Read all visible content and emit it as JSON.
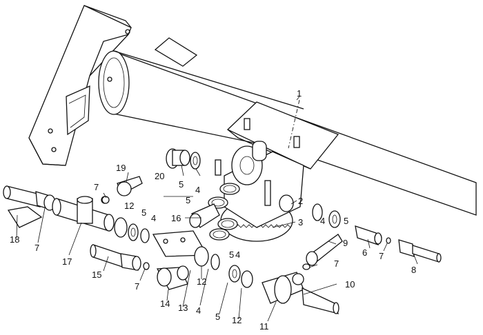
{
  "figure": {
    "callouts": [
      {
        "id": "c1",
        "text": "1"
      },
      {
        "id": "c2",
        "text": "2"
      },
      {
        "id": "c3",
        "text": "3"
      },
      {
        "id": "c4a",
        "text": "4"
      },
      {
        "id": "c4b",
        "text": "4"
      },
      {
        "id": "c4c",
        "text": "4"
      },
      {
        "id": "c4d",
        "text": "4"
      },
      {
        "id": "c4e",
        "text": "4"
      },
      {
        "id": "c5a",
        "text": "5"
      },
      {
        "id": "c5b",
        "text": "5"
      },
      {
        "id": "c5c",
        "text": "5"
      },
      {
        "id": "c5d",
        "text": "5"
      },
      {
        "id": "c5e",
        "text": "5"
      },
      {
        "id": "c5f",
        "text": "5"
      },
      {
        "id": "c6",
        "text": "6"
      },
      {
        "id": "c7a",
        "text": "7"
      },
      {
        "id": "c7b",
        "text": "7"
      },
      {
        "id": "c7c",
        "text": "7"
      },
      {
        "id": "c7d",
        "text": "7"
      },
      {
        "id": "c7e",
        "text": "7"
      },
      {
        "id": "c8",
        "text": "8"
      },
      {
        "id": "c9",
        "text": "9"
      },
      {
        "id": "c10",
        "text": "10"
      },
      {
        "id": "c11",
        "text": "11"
      },
      {
        "id": "c12a",
        "text": "12"
      },
      {
        "id": "c12b",
        "text": "12"
      },
      {
        "id": "c12c",
        "text": "12"
      },
      {
        "id": "c13",
        "text": "13"
      },
      {
        "id": "c14",
        "text": "14"
      },
      {
        "id": "c15",
        "text": "15"
      },
      {
        "id": "c16",
        "text": "16"
      },
      {
        "id": "c17",
        "text": "17"
      },
      {
        "id": "c18",
        "text": "18"
      },
      {
        "id": "c19",
        "text": "19"
      },
      {
        "id": "c20",
        "text": "20"
      }
    ]
  }
}
